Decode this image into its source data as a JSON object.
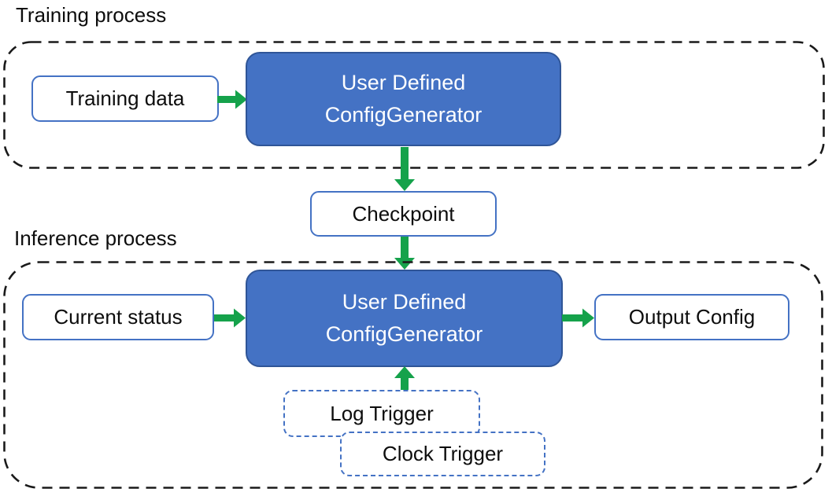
{
  "colors": {
    "box-blue": "#4472C4",
    "box-blue-border": "#2F5597",
    "outline-blue": "#4472C4",
    "arrow-green": "#15A24B",
    "dash-black": "#1a1a1a",
    "text-dark": "#0d0d0d",
    "text-light": "#ffffff"
  },
  "training": {
    "label": "Training process",
    "input_box": "Training data",
    "generator": {
      "line1": "User Defined",
      "line2": "ConfigGenerator"
    }
  },
  "checkpoint": {
    "label": "Checkpoint"
  },
  "inference": {
    "label": "Inference process",
    "input_box": "Current status",
    "generator": {
      "line1": "User Defined",
      "line2": "ConfigGenerator"
    },
    "output_box": "Output Config",
    "triggers": {
      "log": "Log Trigger",
      "clock": "Clock Trigger"
    }
  }
}
